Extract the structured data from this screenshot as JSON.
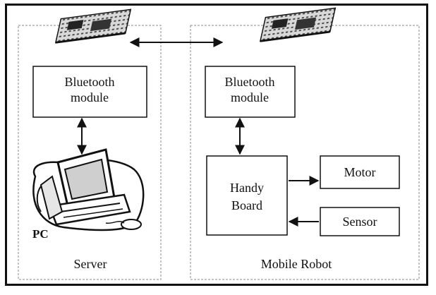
{
  "server": {
    "module_label_line1": "Bluetooth",
    "module_label_line2": "module",
    "pc_label": "PC",
    "caption": "Server"
  },
  "robot": {
    "module_label_line1": "Bluetooth",
    "module_label_line2": "module",
    "board_label_line1": "Handy",
    "board_label_line2": "Board",
    "motor_label": "Motor",
    "sensor_label": "Sensor",
    "caption": "Mobile Robot"
  },
  "icons": {
    "server_module": "circuit-board-icon",
    "robot_module": "circuit-board-icon",
    "pc": "computer-icon"
  },
  "colors": {
    "line": "#111111",
    "dashed": "#888888",
    "background": "#ffffff"
  }
}
